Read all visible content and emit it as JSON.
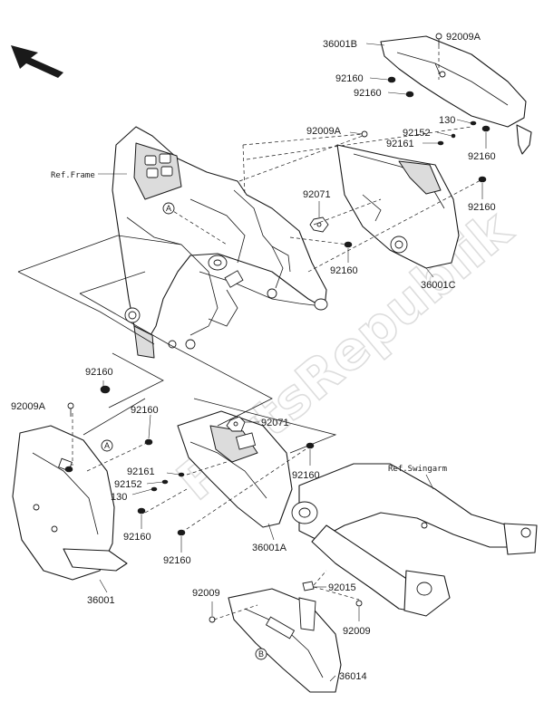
{
  "direction_arrow": "front-arrow-icon",
  "references": {
    "frame": "Ref.Frame",
    "swingarm": "Ref.Swingarm"
  },
  "callouts": {
    "a": "A",
    "b": "B"
  },
  "labels": {
    "p36001B": "36001B",
    "p92009A_top": "92009A",
    "p92160_a": "92160",
    "p92160_b": "92160",
    "p130_top": "130",
    "p92152_top": "92152",
    "p92161_top": "92161",
    "p92160_c": "92160",
    "p92009A_mid": "92009A",
    "p92071_top": "92071",
    "p92160_d": "92160",
    "p92160_e": "92160",
    "p36001C": "36001C",
    "p92160_f": "92160",
    "p92009A_left": "92009A",
    "p92160_g": "92160",
    "p92071_mid": "92071",
    "p92161_mid": "92161",
    "p92152_mid": "92152",
    "p130_mid": "130",
    "p92160_h": "92160",
    "p92160_i": "92160",
    "p36001A": "36001A",
    "p92160_j": "92160",
    "p36001": "36001",
    "p92009_left": "92009",
    "p92015": "92015",
    "p92009_right": "92009",
    "p36014": "36014"
  },
  "watermark": "PartsRepublik"
}
